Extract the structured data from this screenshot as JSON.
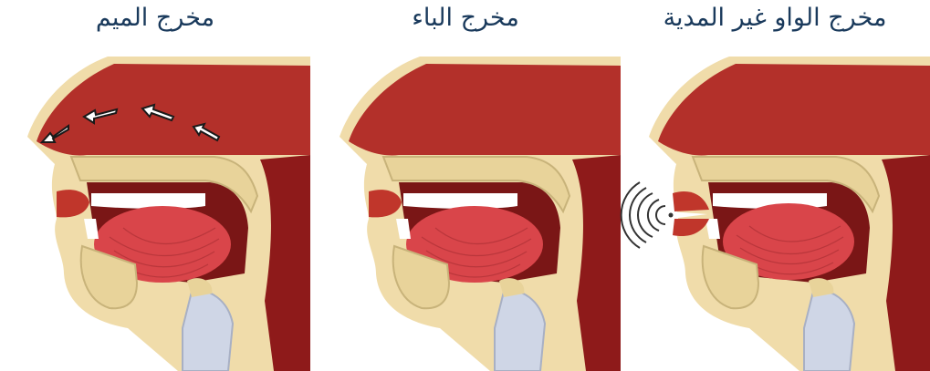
{
  "titles": {
    "left": "مخرج الميم",
    "middle": "مخرج الباء",
    "right": "مخرج الواو غير المدية"
  },
  "colors": {
    "title_text": "#1a3a5c",
    "skin": "#f0dcaa",
    "cavity_dark": "#8e1a1a",
    "cavity_mid": "#c0362b",
    "tongue": "#d9454a",
    "teeth": "#ffffff",
    "bone": "#e8d39a",
    "cartilage": "#cfd6e6"
  },
  "annotations": {
    "left": "nasal-airflow-arrows",
    "middle": "lips-closed",
    "right": "sound-waves-at-lips"
  }
}
